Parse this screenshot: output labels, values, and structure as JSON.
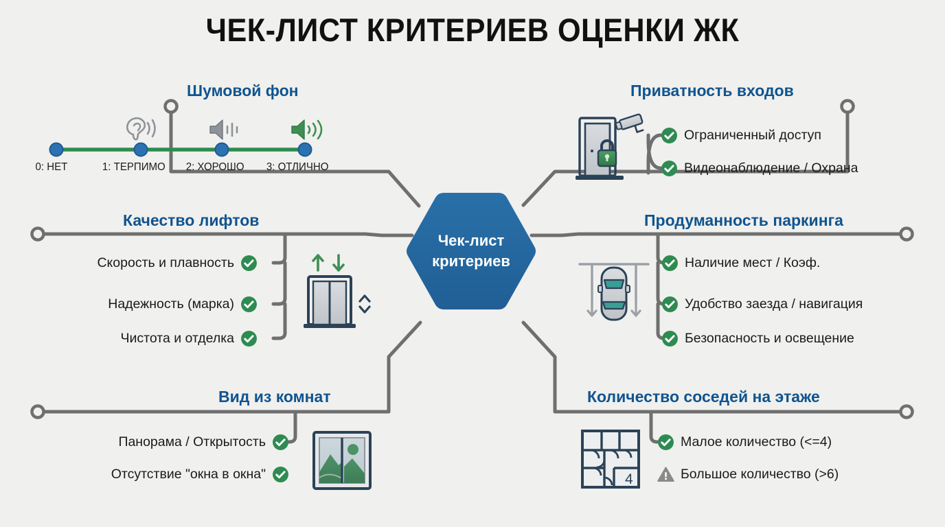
{
  "title": "ЧЕК-ЛИСТ КРИТЕРИЕВ ОЦЕНКИ ЖК",
  "center": {
    "label": "Чек-лист\nкритериев",
    "shape": "hexagon",
    "fill": "#24689f",
    "text_color": "#ffffff"
  },
  "colors": {
    "background": "#f0f0ee",
    "heading": "#10548f",
    "connector": "#6f6f6f",
    "check_green": "#2e8b51",
    "warn_gray": "#8a8a8a",
    "scale_line": "#2e8b4f",
    "scale_dot": "#2d72b0",
    "icon_navy": "#2b4257",
    "icon_gray": "#b8bcc0",
    "icon_green": "#3f8e54",
    "icon_teal": "#3a9e96"
  },
  "branches": [
    {
      "id": "noise",
      "heading": "Шумовой фон",
      "icon": "noise-scale-icon",
      "type": "scale",
      "scale": {
        "points": [
          {
            "value": 0,
            "label": "0: НЕТ",
            "icon": "none"
          },
          {
            "value": 1,
            "label": "1: ТЕРПИМО",
            "icon": "ear-icon"
          },
          {
            "value": 2,
            "label": "2: ХОРОШО",
            "icon": "speaker-low-icon"
          },
          {
            "value": 3,
            "label": "3: ОТЛИЧНО",
            "icon": "speaker-high-icon"
          }
        ]
      }
    },
    {
      "id": "privacy",
      "heading": "Приватность входов",
      "icon": "door-lock-camera-icon",
      "items": [
        {
          "label": "Ограниченный доступ",
          "status": "check"
        },
        {
          "label": "Видеонаблюдение / Охрана",
          "status": "check"
        }
      ]
    },
    {
      "id": "elevators",
      "heading": "Качество лифтов",
      "icon": "elevator-icon",
      "items": [
        {
          "label": "Скорость и плавность",
          "status": "check"
        },
        {
          "label": "Надежность (марка)",
          "status": "check"
        },
        {
          "label": "Чистота и отделка",
          "status": "check"
        }
      ]
    },
    {
      "id": "parking",
      "heading": "Продуманность паркинга",
      "icon": "parking-car-icon",
      "items": [
        {
          "label": "Наличие мест / Коэф.",
          "status": "check"
        },
        {
          "label": "Удобство заезда / навигация",
          "status": "check"
        },
        {
          "label": "Безопасность и освещение",
          "status": "check"
        }
      ]
    },
    {
      "id": "view",
      "heading": "Вид из комнат",
      "icon": "window-landscape-icon",
      "items": [
        {
          "label": "Панорама / Открытость",
          "status": "check"
        },
        {
          "label": "Отсутствие \"окна в окна\"",
          "status": "check"
        }
      ]
    },
    {
      "id": "neighbors",
      "heading": "Количество соседей на этаже",
      "icon": "floorplan-icon",
      "floorplan_number": "4",
      "items": [
        {
          "label": "Малое количество (<=4)",
          "status": "check"
        },
        {
          "label": "Большое количество (>6)",
          "status": "warn"
        }
      ]
    }
  ]
}
